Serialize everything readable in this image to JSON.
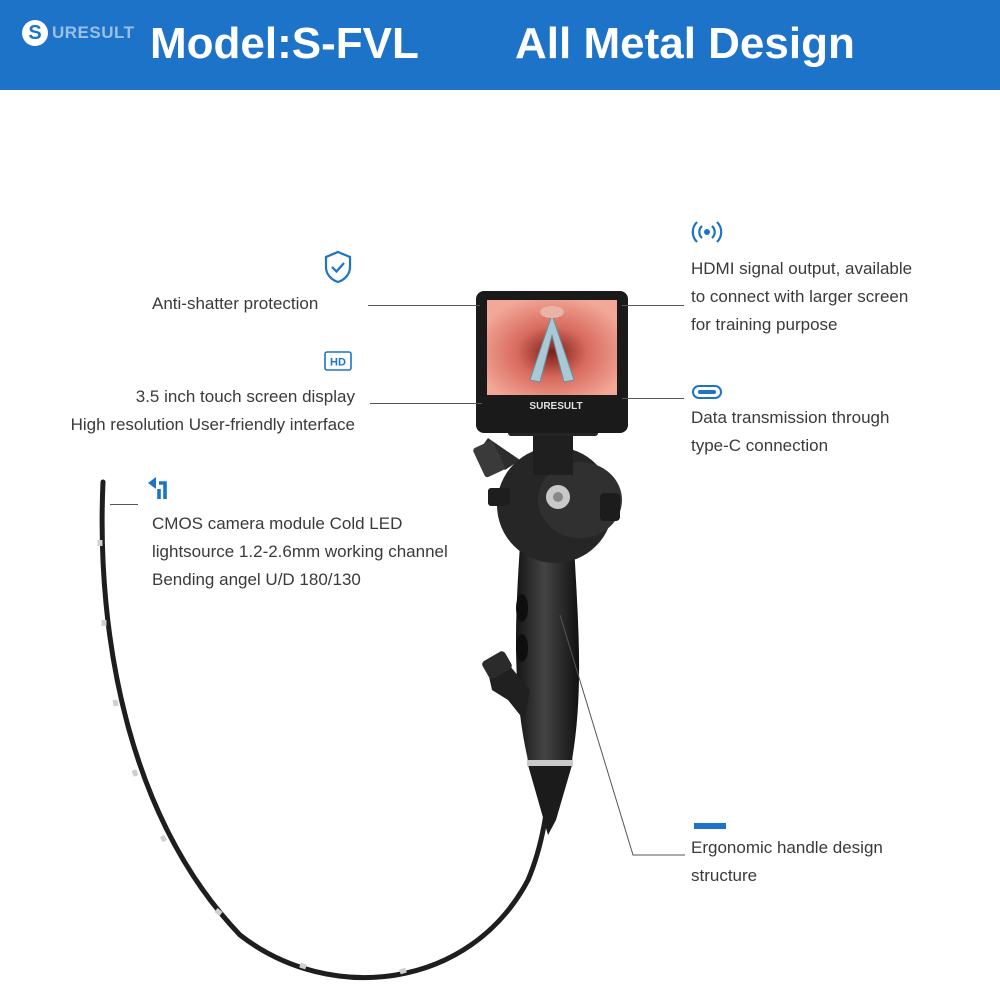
{
  "header": {
    "logo_letter": "S",
    "logo_text": "URESULT",
    "model": "Model:S-FVL",
    "tagline": "All Metal Design"
  },
  "device": {
    "brand": "SURESULT"
  },
  "features": {
    "anti_shatter": {
      "icon": "shield-check-icon",
      "text": "Anti-shatter protection"
    },
    "screen": {
      "icon": "hd-icon",
      "badge": "HD",
      "line1": "3.5 inch touch screen display",
      "line2": "High resolution User-friendly interface"
    },
    "camera": {
      "icon": "bend-arrow-icon",
      "line1": "CMOS camera module Cold LED",
      "line2": "lightsource 1.2-2.6mm working channel",
      "line3": "Bending angel U/D 180/130"
    },
    "hdmi": {
      "icon": "wireless-signal-icon",
      "line1": "HDMI signal output, available",
      "line2": "to connect with larger screen",
      "line3": "for training purpose"
    },
    "typec": {
      "icon": "type-c-port-icon",
      "line1": "Data transmission through",
      "line2": "type-C connection"
    },
    "handle": {
      "icon": "dash-icon",
      "line1": "Ergonomic handle design",
      "line2": "structure"
    }
  },
  "colors": {
    "accent": "#1d73c7",
    "text": "#3a3a3a",
    "device": "#2a2a2a"
  }
}
